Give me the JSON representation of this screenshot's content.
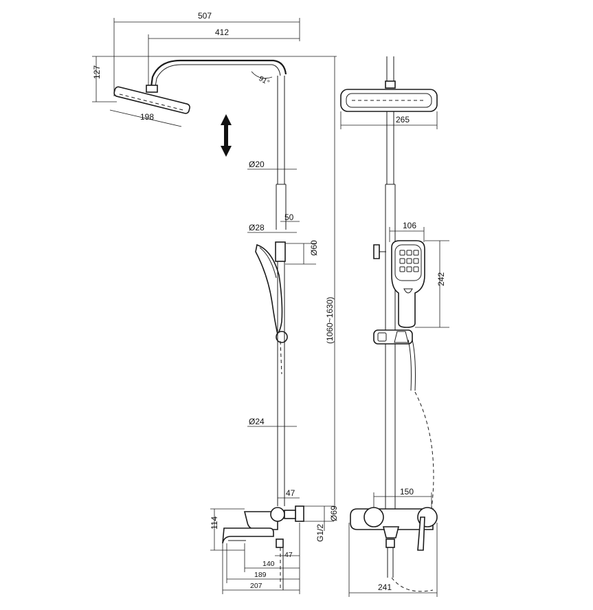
{
  "labels": {
    "total_width": "507",
    "arm_length": "412",
    "head_height": "127",
    "head_diameter": "198",
    "arm_angle": "91°",
    "top_width": "265",
    "pipe_upper": "Ø20",
    "pipe_mid": "Ø28",
    "holder_offset": "50",
    "holder_dia": "Ø60",
    "handshower_width": "106",
    "handshower_height": "242",
    "height_range": "(1060~1630)",
    "pipe_lower": "Ø24",
    "spout_47_top": "47",
    "flange_dia": "Ø69",
    "mixer_height": "114",
    "thread": "G1/2",
    "spout_47_bottom": "47",
    "spout_140": "140",
    "spout_189": "189",
    "spout_207": "207",
    "valve_spacing": "150",
    "mixer_width": "241"
  }
}
